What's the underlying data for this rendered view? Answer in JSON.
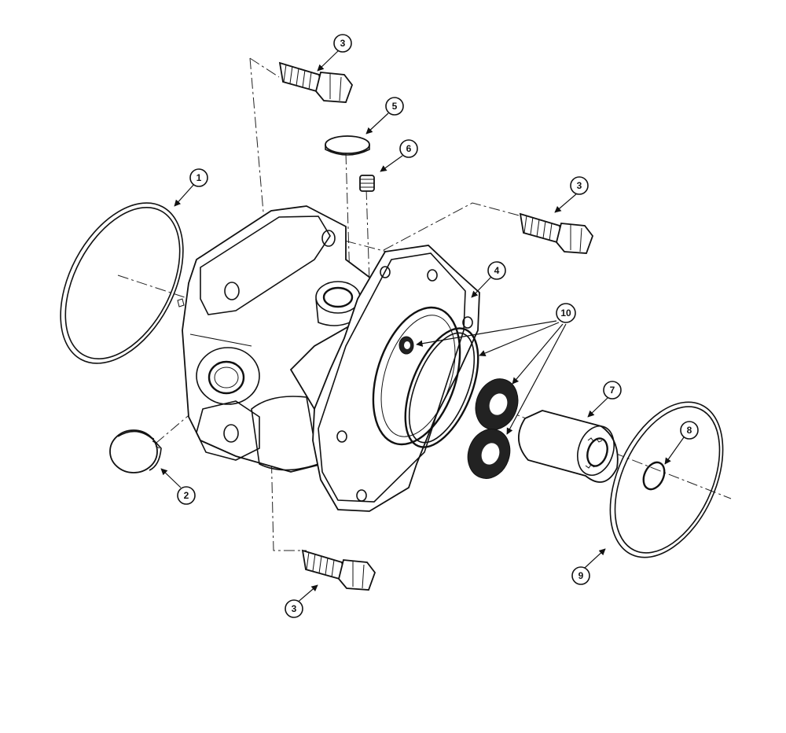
{
  "callouts": {
    "c1": "1",
    "c2": "2",
    "c3a": "3",
    "c3b": "3",
    "c3c": "3",
    "c4": "4",
    "c5": "5",
    "c6": "6",
    "c7": "7",
    "c8": "8",
    "c9": "9",
    "c10": "10"
  },
  "colors": {
    "line": "#111111",
    "background": "#ffffff"
  }
}
